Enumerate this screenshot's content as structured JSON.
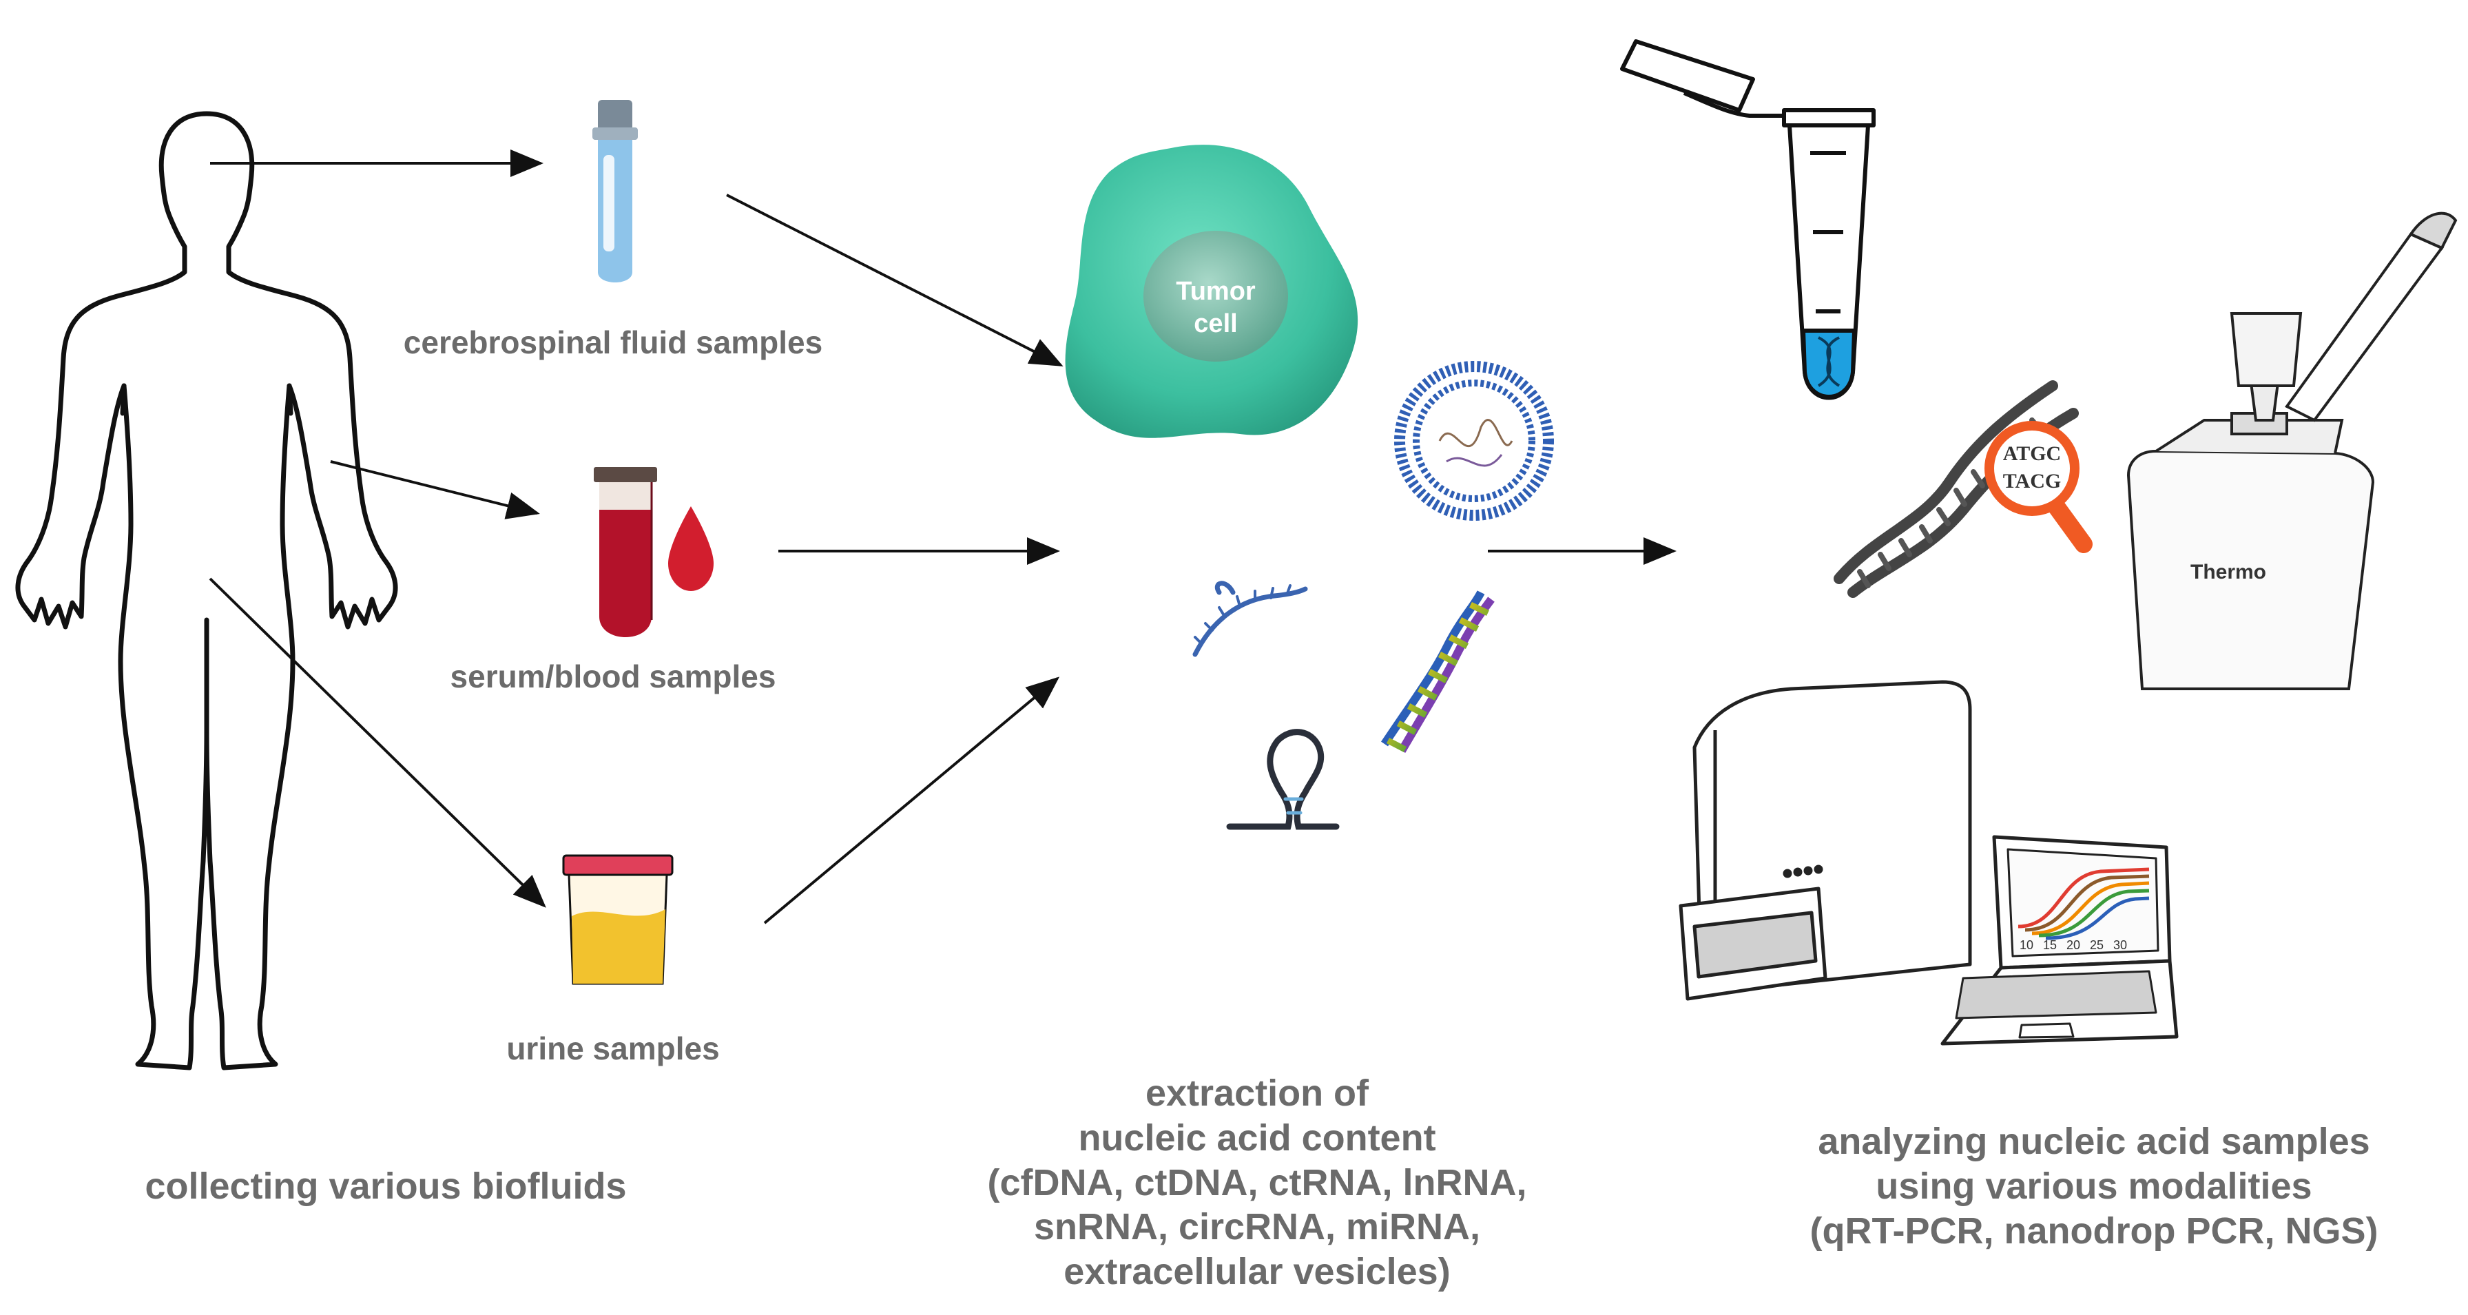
{
  "stage1": {
    "caption": "collecting various biofluids",
    "samples": [
      {
        "label": "cerebrospinal fluid samples"
      },
      {
        "label": "serum/blood samples"
      },
      {
        "label": "urine samples"
      }
    ]
  },
  "stage2": {
    "cell_label_line1": "Tumor",
    "cell_label_line2": "cell",
    "caption_lines": [
      "extraction of",
      "nucleic acid content",
      "(cfDNA, ctDNA, ctRNA, lnRNA,",
      "snRNA, circRNA, miRNA,",
      "extracellular vesicles)"
    ]
  },
  "stage3": {
    "magnifier_top": "ATGC",
    "magnifier_bottom": "TACG",
    "nanodrop_brand": "Thermo",
    "caption_lines": [
      "analyzing nucleic acid samples",
      "using various modalities",
      "(qRT-PCR, nanodrop PCR, NGS)"
    ],
    "plot_ticks": [
      "10",
      "15",
      "20",
      "25",
      "30"
    ]
  },
  "colors": {
    "text": "#6b6b6b",
    "cell": "#3fc1a0",
    "csf_tube": "#8ec4ea",
    "blood": "#b3122a",
    "urine": "#f2c22e",
    "urine_cap": "#e0405a",
    "tube_liquid": "#1ea0e0",
    "magnifier": "#f05a23"
  }
}
